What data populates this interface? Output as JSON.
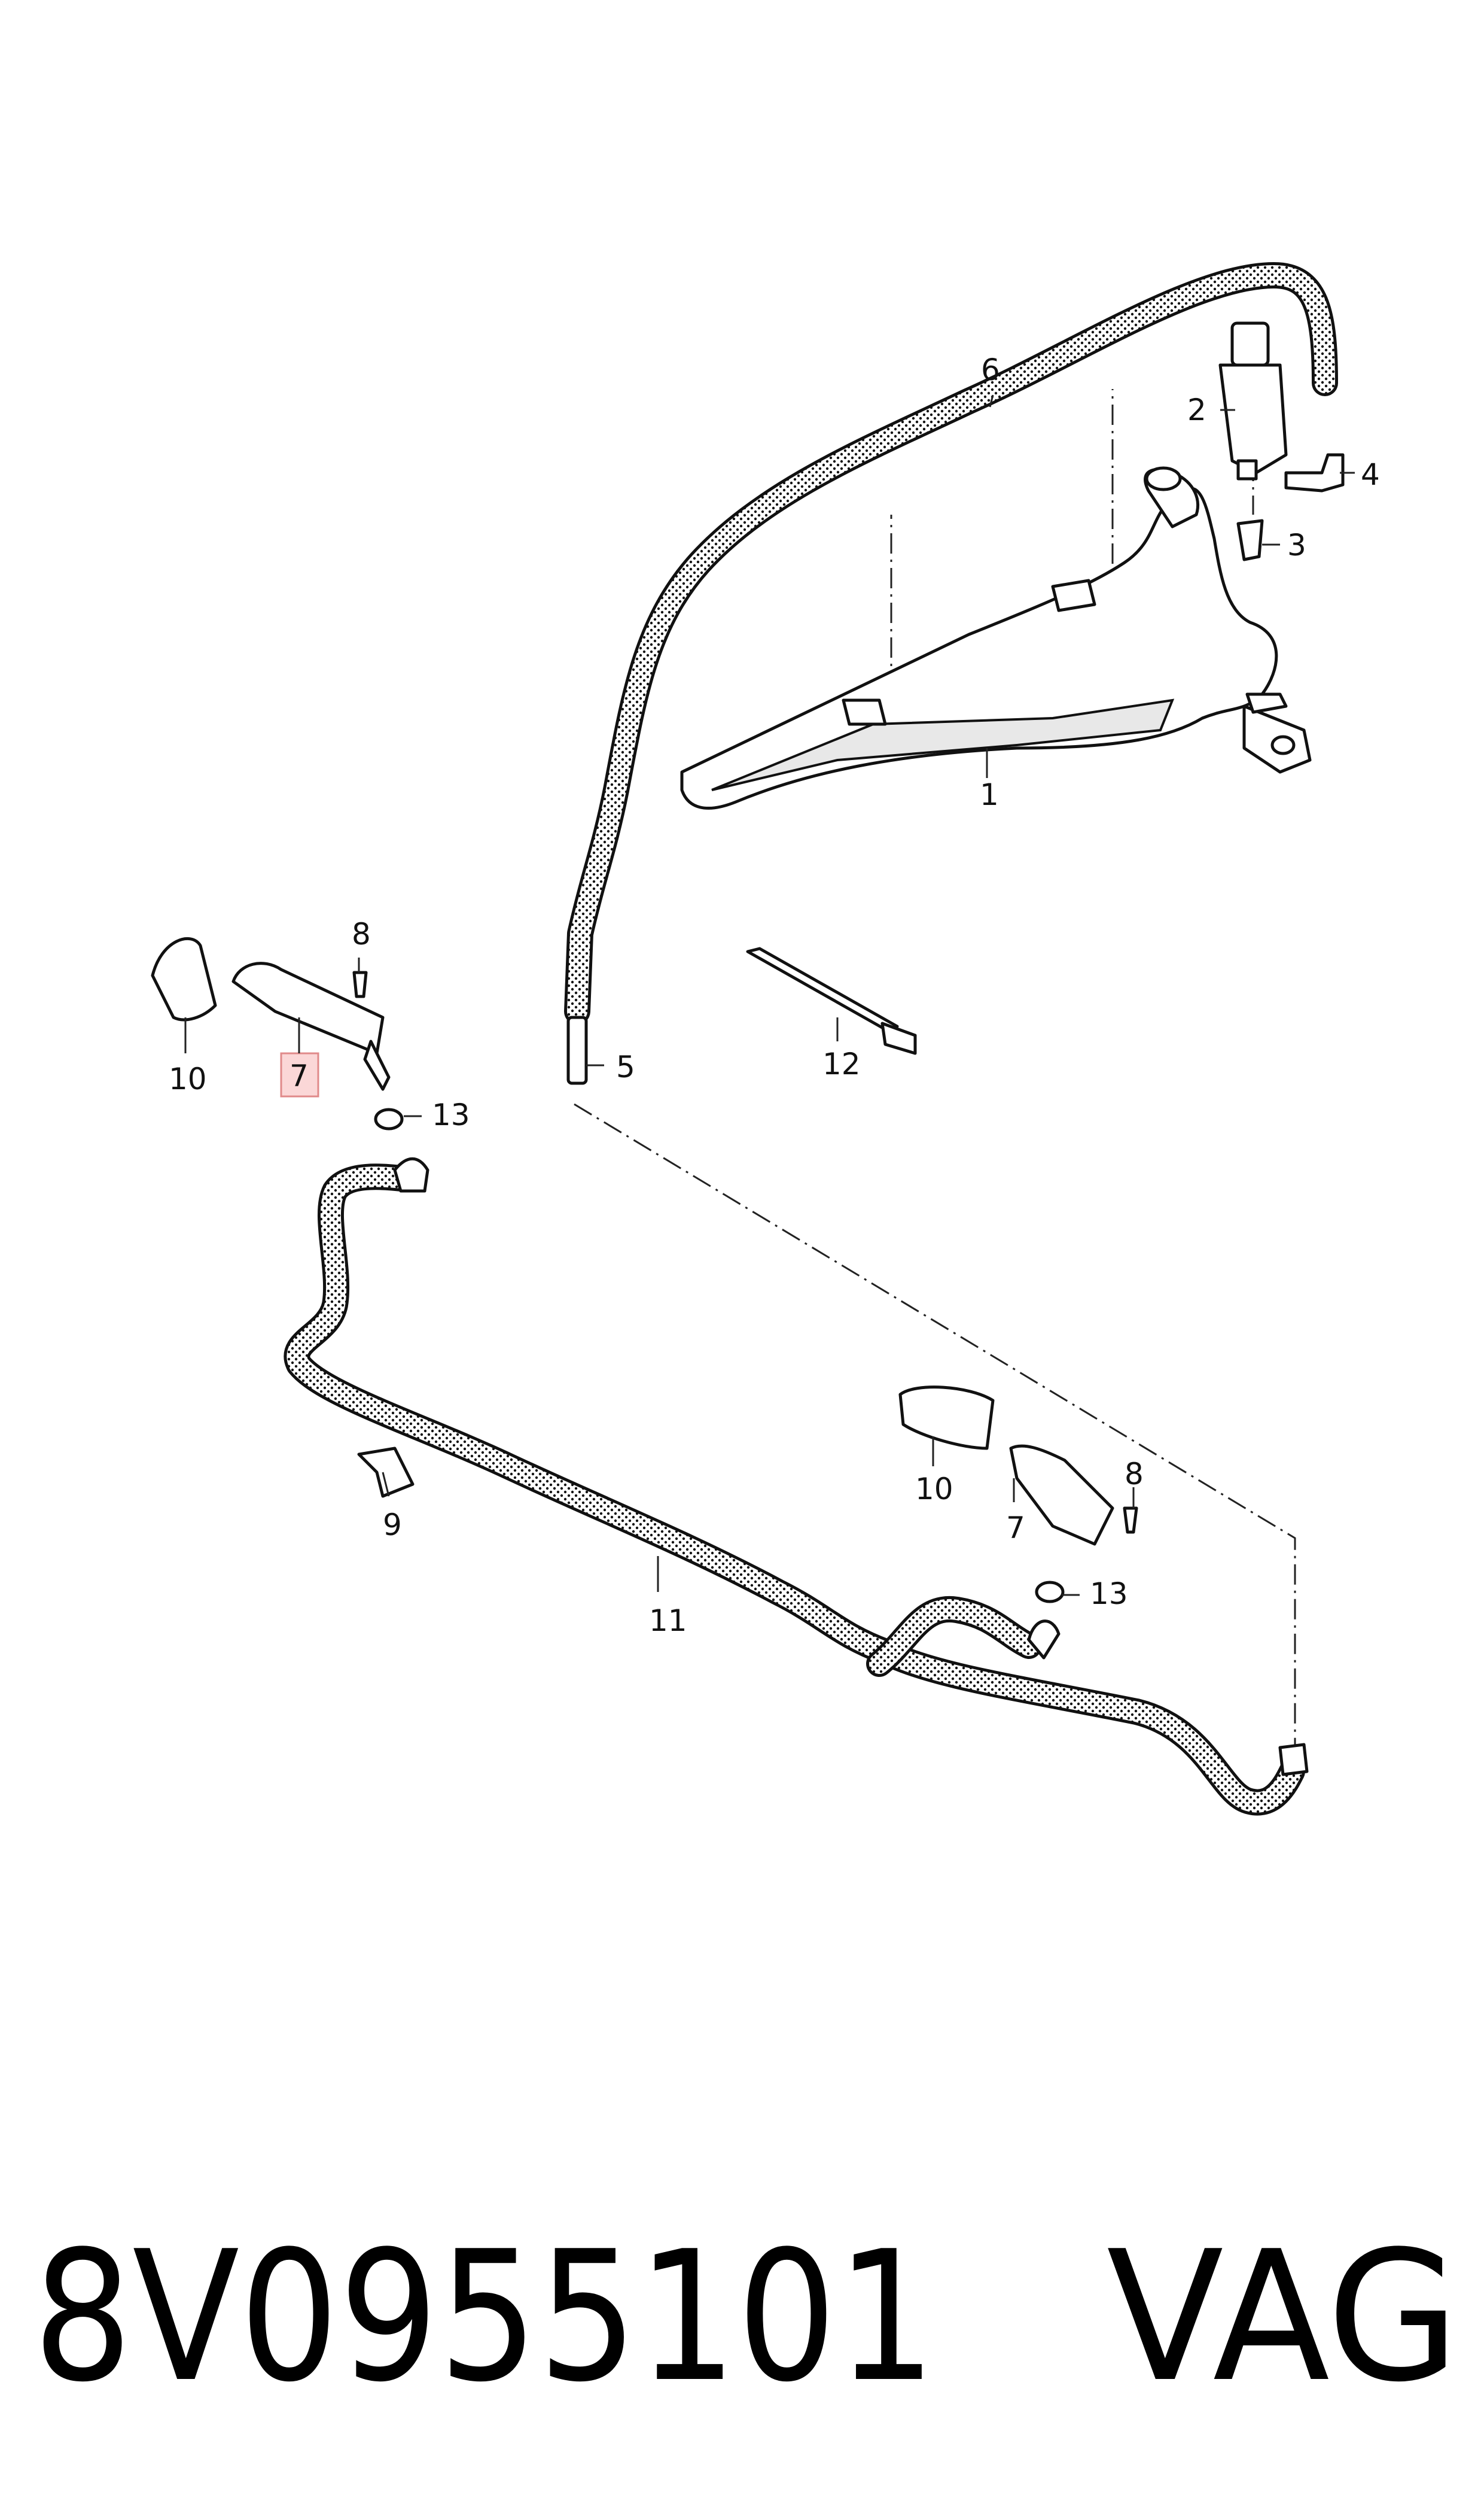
{
  "callouts": {
    "c1": "1",
    "c2": "2",
    "c3": "3",
    "c4": "4",
    "c5": "5",
    "c6": "6",
    "c7_left": "7",
    "c7_right": "7",
    "c8_left": "8",
    "c8_right": "8",
    "c9": "9",
    "c10_left": "10",
    "c10_right": "10",
    "c11": "11",
    "c12": "12",
    "c13_left": "13",
    "c13_right": "13"
  },
  "footer": {
    "part_number": "8V0955101",
    "brand": "VAG"
  },
  "colors": {
    "highlight_fill": "#fbd7d7",
    "highlight_stroke": "#e08a8a",
    "line": "#111111"
  }
}
